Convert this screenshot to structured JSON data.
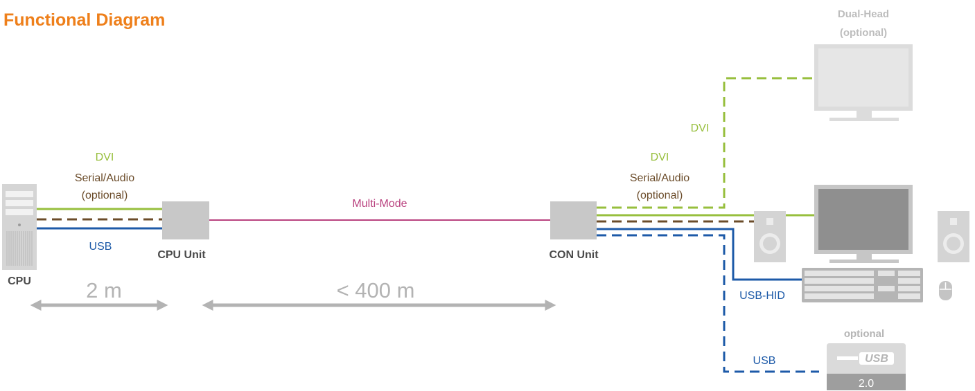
{
  "title": "Functional Diagram",
  "labels": {
    "cpu": "CPU",
    "cpu_unit": "CPU Unit",
    "con_unit": "CON Unit",
    "dvi_left": "DVI",
    "serial_left_1": "Serial/Audio",
    "serial_left_2": "(optional)",
    "usb_left": "USB",
    "multimode": "Multi-Mode",
    "dvi_right": "DVI",
    "serial_right_1": "Serial/Audio",
    "serial_right_2": "(optional)",
    "dvi_dual": "DVI",
    "dual_head_1": "Dual-Head",
    "dual_head_2": "(optional)",
    "usb_hid": "USB-HID",
    "usb_right": "USB",
    "optional": "optional",
    "usb_logo": "USB",
    "usb_version": "2.0",
    "dist_short": "2 m",
    "dist_long": "< 400 m"
  },
  "colors": {
    "title": "#ee7f1a",
    "dvi": "#97bf3d",
    "serial": "#6b4c2a",
    "usb": "#1d5aa8",
    "multimode": "#b9427f",
    "device": "#c8c8c8",
    "arrow": "#b3b3b3",
    "text_gray": "#4a4a4a"
  }
}
